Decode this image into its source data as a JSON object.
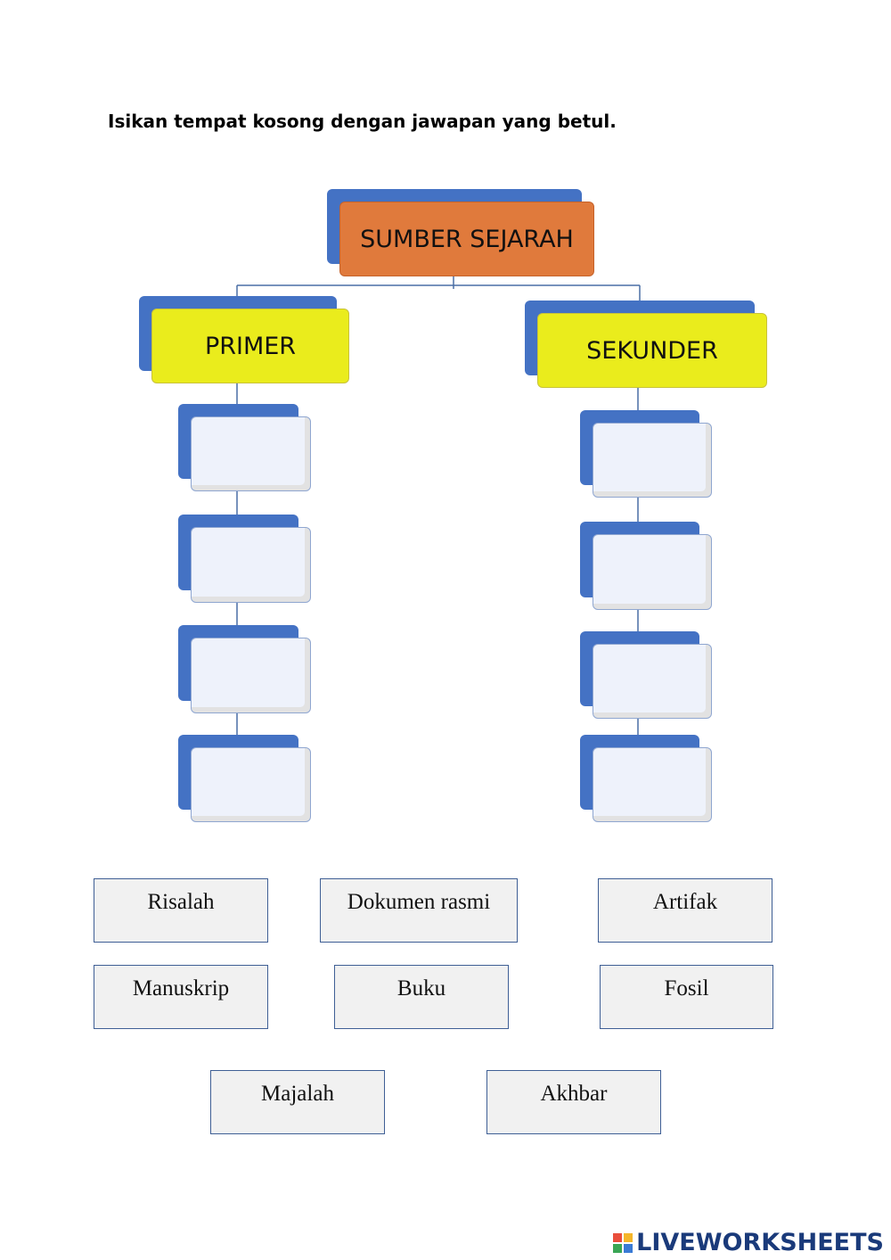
{
  "instruction": "Isikan tempat kosong dengan jawapan yang betul.",
  "chart": {
    "root": "SUMBER SEJARAH",
    "left": "PRIMER",
    "right": "SEKUNDER"
  },
  "answers": {
    "a1": "Risalah",
    "a2": "Dokumen rasmi",
    "a3": "Artifak",
    "a4": "Manuskrip",
    "a5": "Buku",
    "a6": "Fosil",
    "a7": "Majalah",
    "a8": "Akhbar"
  },
  "brand": {
    "name": "LIVEWORKSHEETS",
    "colors": [
      "#e94e3c",
      "#f5b62a",
      "#3aa655",
      "#3a7bd5"
    ]
  },
  "colors": {
    "root": "#e07a3c",
    "category": "#eaec1c",
    "shadow": "#4472c4",
    "slot": "#eef2fb"
  }
}
